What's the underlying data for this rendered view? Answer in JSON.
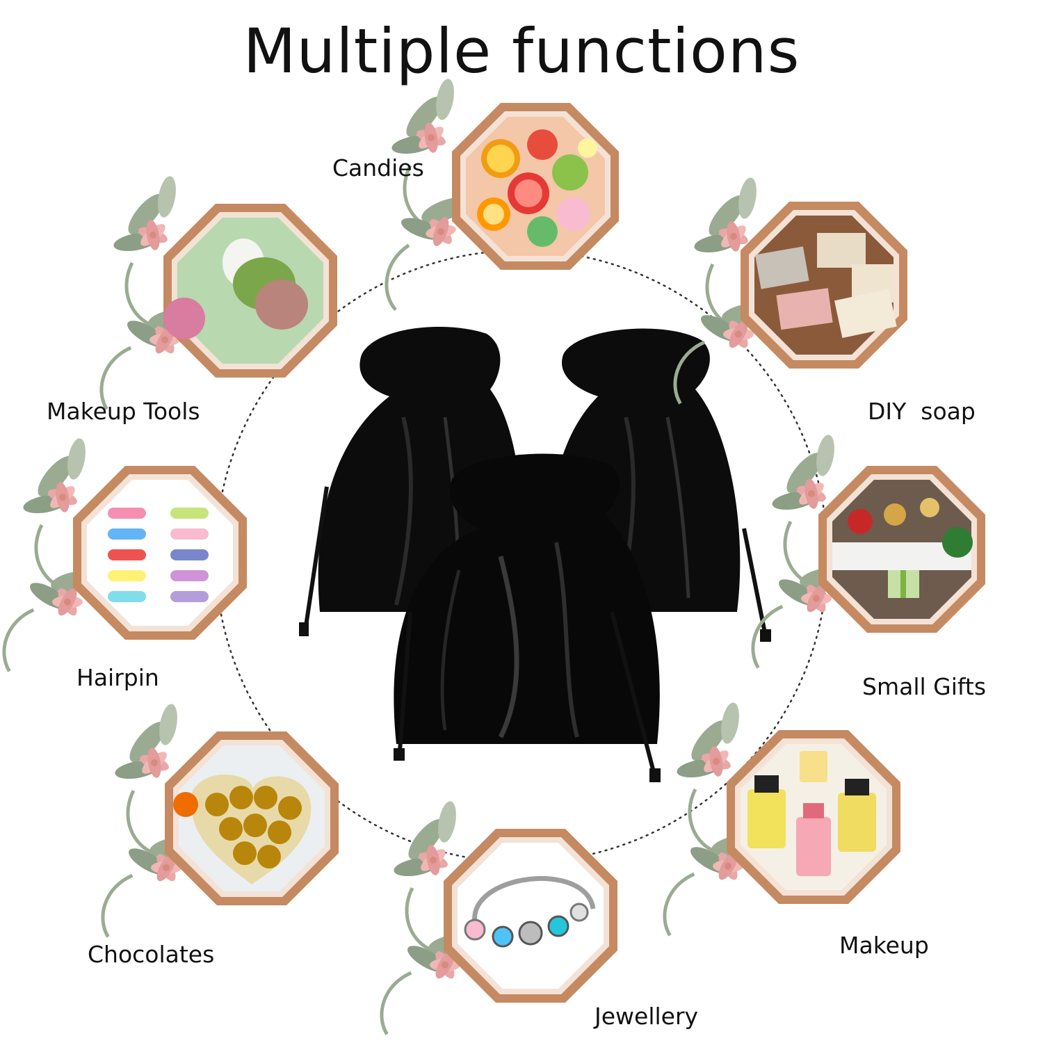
{
  "title": "Multiple functions",
  "colors": {
    "frame": "#c58a61",
    "frame_dark": "#a86a44",
    "leaf": "#9aab92",
    "flower": "#e9a7a7",
    "bag": "#0c0c0c",
    "ring": "#333333"
  },
  "items": [
    {
      "label": "Candies",
      "icon": "candies-photo"
    },
    {
      "label": "DIY  soap",
      "icon": "soap-photo"
    },
    {
      "label": "Small Gifts",
      "icon": "gifts-photo"
    },
    {
      "label": "Makeup",
      "icon": "perfume-photo"
    },
    {
      "label": "Jewellery",
      "icon": "bracelet-photo"
    },
    {
      "label": "Chocolates",
      "icon": "chocolates-photo"
    },
    {
      "label": "Hairpin",
      "icon": "hairpin-photo"
    },
    {
      "label": "Makeup Tools",
      "icon": "sponge-photo"
    }
  ],
  "center_image": "three-black-satin-drawstring-bags"
}
